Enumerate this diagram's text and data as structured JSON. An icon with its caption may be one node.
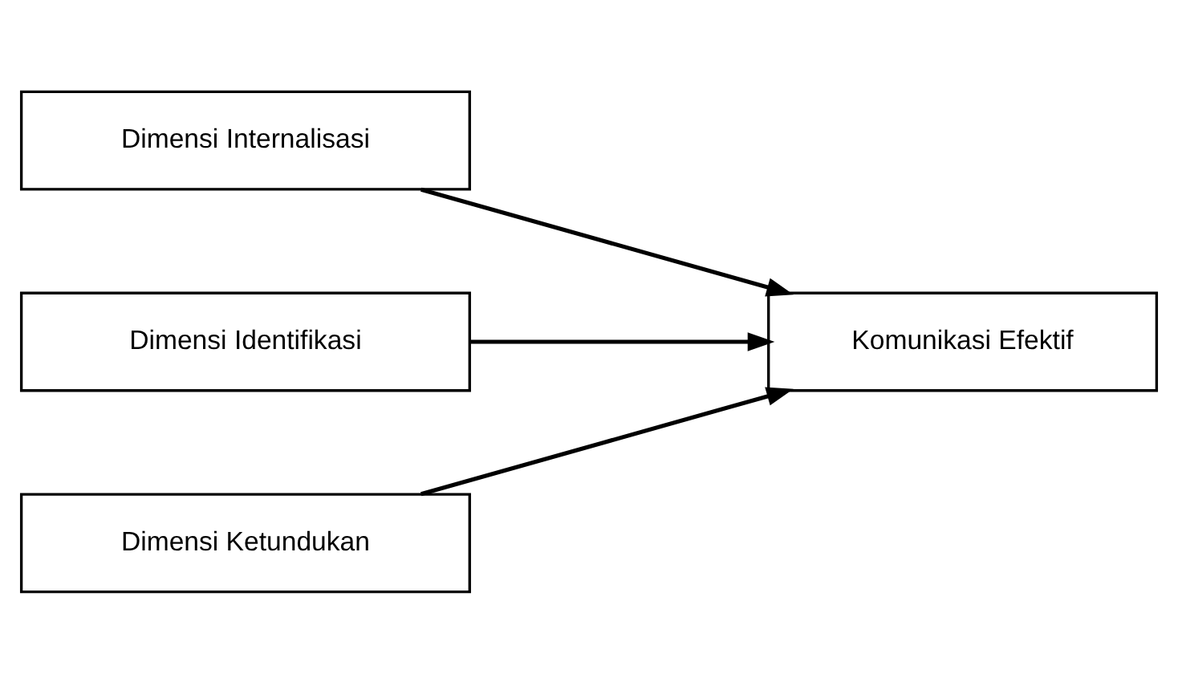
{
  "diagram": {
    "nodes": [
      {
        "text": [
          "Dimensi Internalisasi"
        ]
      },
      {
        "text": [
          "Dimensi Identifikasi"
        ]
      },
      {
        "text": [
          "Dimensi Ketundukan"
        ]
      },
      {
        "text": [
          "Komunikasi Efektif"
        ]
      }
    ],
    "edges": [
      {
        "from": 0,
        "to": 3,
        "arrow": "to"
      },
      {
        "from": 1,
        "to": 3,
        "arrow": "to"
      },
      {
        "from": 2,
        "to": 3,
        "arrow": "to"
      }
    ]
  }
}
